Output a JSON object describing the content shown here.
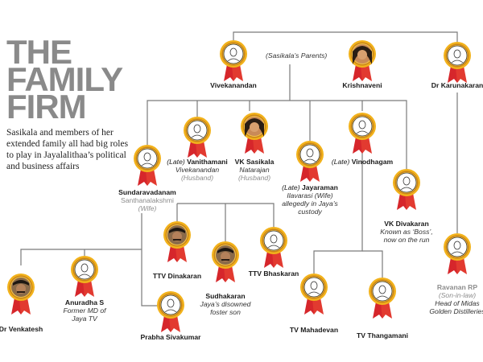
{
  "title": [
    "THE",
    "FAMILY",
    "FIRM"
  ],
  "intro": "Sasikala and members of her extended family all had big roles to play in Jayalalithaa’s political and business affairs",
  "parents_note": "(Sasikala’s Parents)",
  "people": [
    {
      "id": "vivekanandan",
      "name": "Vivekanandan",
      "lines": []
    },
    {
      "id": "krishnaveni",
      "name": "Krishnaveni",
      "lines": []
    },
    {
      "id": "karunakaran",
      "name": "Dr Karunakaran",
      "lines": []
    },
    {
      "id": "sundaravadanam",
      "name": "Sundaravadanam",
      "lines": [
        "Santhanalakshmi",
        "(Wife)"
      ]
    },
    {
      "id": "vanithamani",
      "prefix": "(Late)",
      "name": "Vanithamani",
      "lines": [
        "Vivekanandan",
        "(Husband)"
      ]
    },
    {
      "id": "sasikala",
      "name": "VK Sasikala",
      "lines": [
        "Natarajan",
        "(Husband)"
      ]
    },
    {
      "id": "jayaraman",
      "prefix": "(Late)",
      "name": "Jayaraman",
      "lines": [
        "Ilavarasi (Wife)",
        "allegedly in Jaya’s",
        "custody"
      ]
    },
    {
      "id": "vinodhagam",
      "prefix": "(Late)",
      "name": "Vinodhagam",
      "lines": []
    },
    {
      "id": "divakaran",
      "name": "VK Divakaran",
      "lines": [
        "Known as ‘Boss’,",
        "now on the run"
      ]
    },
    {
      "id": "dinakaran",
      "name": "TTV Dinakaran",
      "lines": []
    },
    {
      "id": "sudhakaran",
      "name": "Sudhakaran",
      "lines": [
        "Jaya’s disowned",
        "foster son"
      ]
    },
    {
      "id": "bhaskaran",
      "name": "TTV Bhaskaran",
      "lines": []
    },
    {
      "id": "venkatesh",
      "name": "Dr Venkatesh",
      "lines": []
    },
    {
      "id": "anuradha",
      "name": "Anuradha S",
      "lines": [
        "Former MD of",
        "Jaya TV"
      ]
    },
    {
      "id": "prabha",
      "name": "Prabha Sivakumar",
      "lines": []
    },
    {
      "id": "mahadevan",
      "name": "TV Mahadevan",
      "lines": []
    },
    {
      "id": "thangamani",
      "name": "TV Thangamani",
      "lines": []
    },
    {
      "id": "ravanan",
      "name": "Ravanan RP",
      "lines": [
        "(Son-in-law)",
        "Head of Midas",
        "Golden Distilleries"
      ]
    }
  ],
  "colors": {
    "ribbon_red": "#d6262b",
    "medal_gold": "#f2b21b",
    "medal_rim": "#c8831a",
    "line": "#7a7a7a",
    "title_grey": "#8a8a8a"
  }
}
